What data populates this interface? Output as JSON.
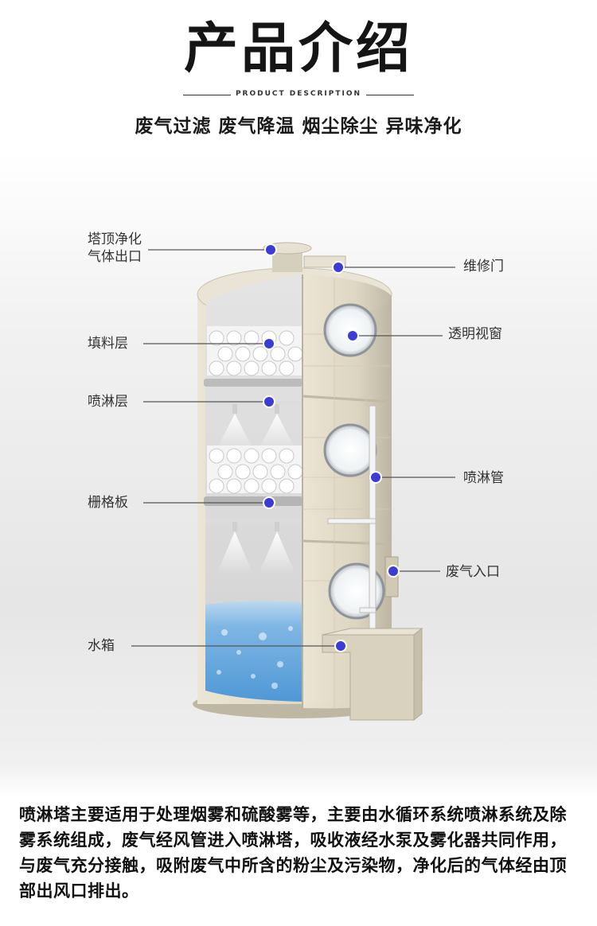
{
  "header": {
    "title": "产品介绍",
    "subtitle_en": "PRODUCT DESCRIPTION",
    "features": "废气过滤  废气降温 烟尘除尘 异味净化"
  },
  "labels": {
    "top_outlet_line1": "塔顶净化",
    "top_outlet_line2": "气体出口",
    "packing": "填料层",
    "spray_layer": "喷淋层",
    "grid_plate": "栅格板",
    "water_tank": "水箱",
    "maintenance_door": "维修门",
    "sight_window": "透明视窗",
    "spray_pipe": "喷淋管",
    "gas_inlet": "废气入口"
  },
  "description": "喷淋塔主要适用于处理烟雾和硫酸雾等，主要由水循环系统喷淋系统及除雾系统组成，废气经风管进入喷淋塔，吸收液经水泵及雾化器共同作用，与废气充分接触，吸附废气中所含的粉尘及污染物，净化后的气体经由顶部出风口排出。",
  "colors": {
    "marker": "#3b3bd6",
    "tower_shell": "#ddd7c5",
    "water": "#5fa4da"
  }
}
